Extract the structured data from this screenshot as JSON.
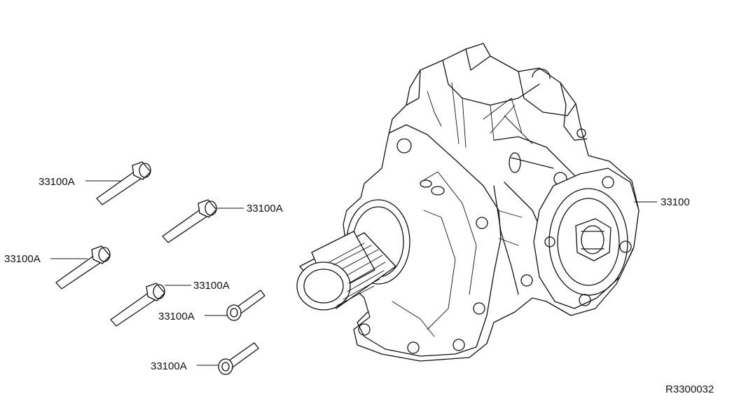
{
  "diagram": {
    "labels": {
      "assembly": "33100",
      "bolt_1": "33100A",
      "bolt_2": "33100A",
      "bolt_3": "33100A",
      "bolt_4": "33100A",
      "bolt_5": "33100A",
      "bolt_6": "33100A"
    },
    "ref_code": "R3300032"
  }
}
